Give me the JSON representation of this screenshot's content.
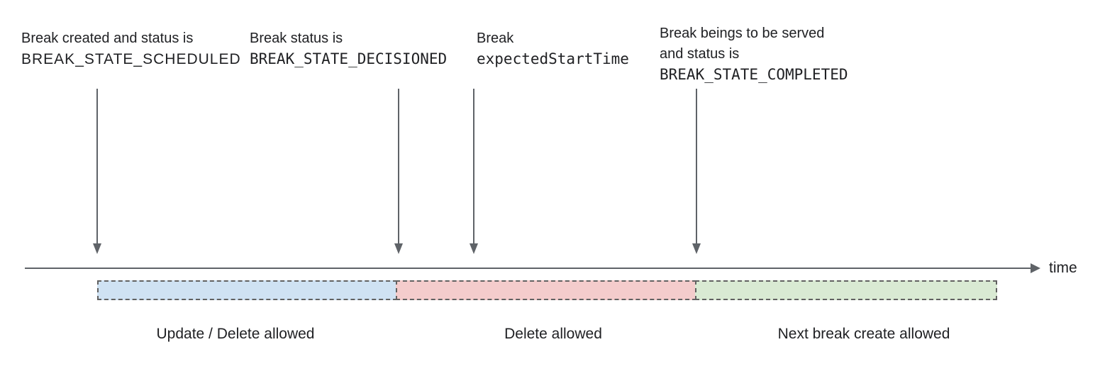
{
  "annotations": [
    {
      "line1": "Break created and status is",
      "line2": "BREAK_STATE_SCHEDULED"
    },
    {
      "line1": "Break status is",
      "line2": "BREAK_STATE_DECISIONED"
    },
    {
      "line1": "Break",
      "line2": "expectedStartTime"
    },
    {
      "line1": "Break beings to be served",
      "line2": "and status is",
      "line3": "BREAK_STATE_COMPLETED"
    }
  ],
  "timeline": {
    "label": "time",
    "axis_color": "#5f6368"
  },
  "segments": [
    {
      "label": "Update / Delete allowed",
      "color": "#cfe2f3"
    },
    {
      "label": "Delete allowed",
      "color": "#f4cccc"
    },
    {
      "label": "Next break create allowed",
      "color": "#d9ead3"
    }
  ],
  "border_color": "#616161",
  "text_color": "#202124"
}
